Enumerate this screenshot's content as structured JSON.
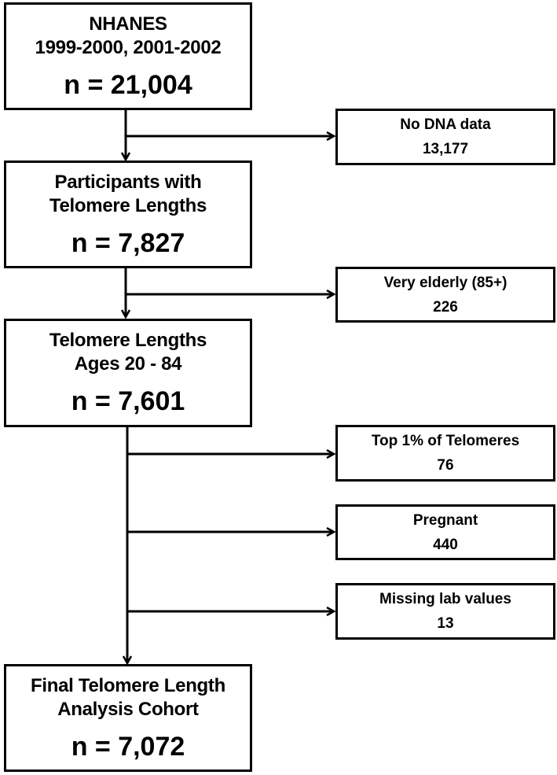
{
  "main_boxes": [
    {
      "lines": [
        "NHANES",
        "1999-2000, 2001-2002"
      ],
      "count": "n = 21,004"
    },
    {
      "lines": [
        "Participants with",
        "Telomere Lengths"
      ],
      "count": "n = 7,827"
    },
    {
      "lines": [
        "Telomere Lengths",
        "Ages 20 - 84"
      ],
      "count": "n = 7,601"
    },
    {
      "lines": [
        "Final Telomere Length",
        "Analysis Cohort"
      ],
      "count": "n = 7,072"
    }
  ],
  "exclusions": [
    {
      "label": "No DNA data",
      "count": "13,177"
    },
    {
      "label": "Very elderly (85+)",
      "count": "226"
    },
    {
      "label": "Top 1% of Telomeres",
      "count": "76"
    },
    {
      "label": "Pregnant",
      "count": "440"
    },
    {
      "label": "Missing lab values",
      "count": "13"
    }
  ]
}
